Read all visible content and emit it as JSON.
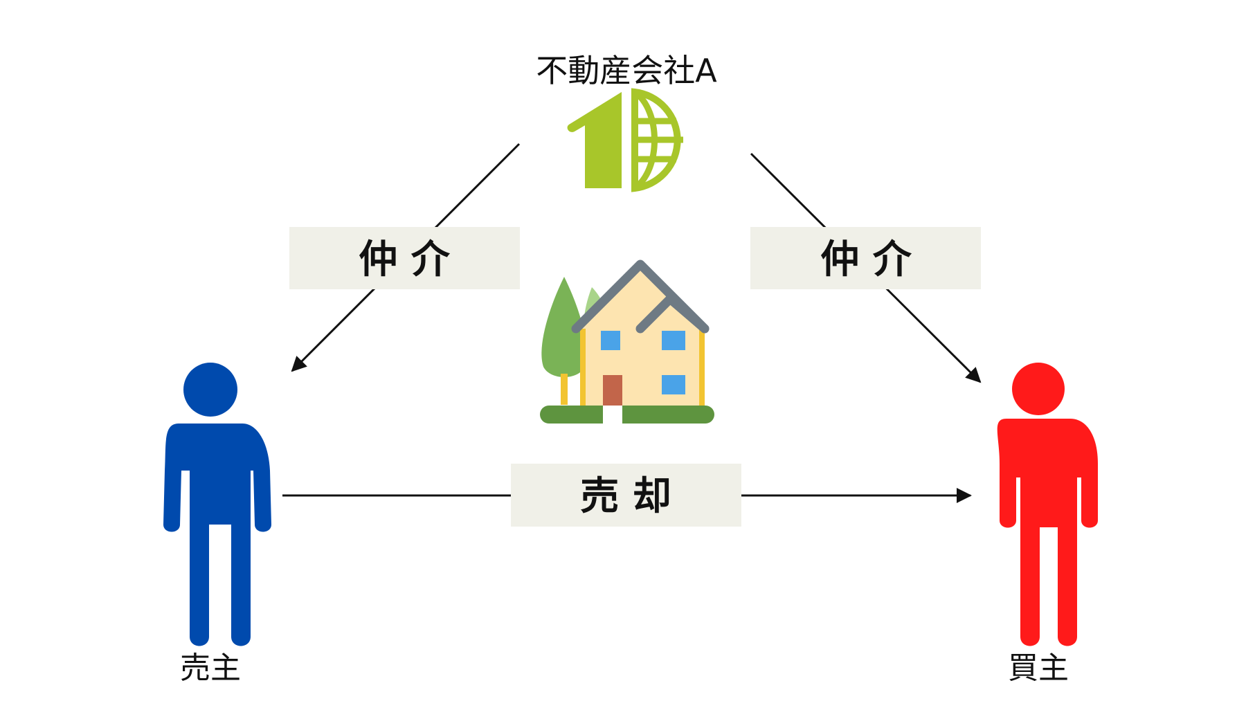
{
  "company": {
    "label": "不動産会社A",
    "icon": "house-globe-logo-icon",
    "color": "#a8c62a"
  },
  "seller": {
    "label": "売主",
    "icon": "person-icon",
    "color": "#004aad"
  },
  "buyer": {
    "label": "買主",
    "icon": "person-icon",
    "color": "#ff1a1a"
  },
  "property": {
    "icon": "house-with-trees-icon"
  },
  "relations": {
    "brokerage_left": "仲 介",
    "brokerage_right": "仲 介",
    "sale": "売 却"
  },
  "colors": {
    "label_box": "#f0f0e8",
    "arrow": "#111111"
  }
}
